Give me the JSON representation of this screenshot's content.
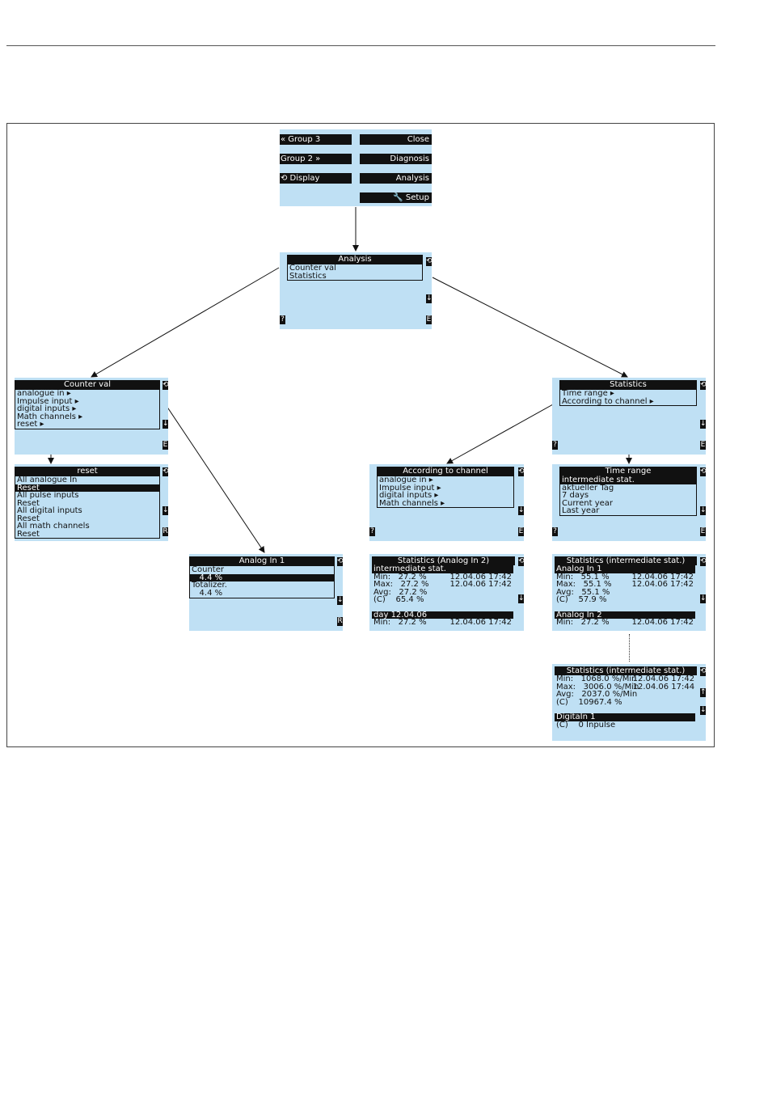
{
  "main_menu": {
    "left_buttons": [
      "« Group 3",
      "Group 2 »",
      "⟲ Display"
    ],
    "right_buttons": [
      "Close",
      "Diagnosis",
      "Analysis",
      "🔧 Setup"
    ]
  },
  "analysis": {
    "title": "Analysis",
    "items": [
      {
        "label": "Counter val",
        "selected": false
      },
      {
        "label": "Statistics",
        "selected": false
      }
    ],
    "side_keys": [
      "⟲",
      "↓",
      "E"
    ],
    "help": "?"
  },
  "counter_val": {
    "title": "Counter val",
    "items": [
      {
        "label": "analogue in ▸",
        "selected": false
      },
      {
        "label": "Impulse input ▸",
        "selected": false
      },
      {
        "label": "digital inputs ▸",
        "selected": false
      },
      {
        "label": "Math channels ▸",
        "selected": false
      },
      {
        "label": "reset ▸",
        "selected": false
      }
    ],
    "side_keys": [
      "⟲",
      "↓",
      "E"
    ]
  },
  "reset": {
    "title": "reset",
    "items": [
      {
        "label": "All analogue In",
        "selected": false
      },
      {
        "label": "Reset",
        "selected": true
      },
      {
        "label": "All pulse inputs",
        "selected": false
      },
      {
        "label": "Reset",
        "selected": false
      },
      {
        "label": "All digital inputs",
        "selected": false
      },
      {
        "label": "Reset",
        "selected": false
      },
      {
        "label": "All math channels",
        "selected": false
      },
      {
        "label": "Reset",
        "selected": false
      }
    ],
    "side_keys": [
      "⟲",
      "↓",
      "R"
    ]
  },
  "analog_in_1": {
    "title": "Analog In 1",
    "items": [
      {
        "label": "Counter",
        "selected": false
      },
      {
        "label": "   4.4 %",
        "selected": true
      },
      {
        "label": "Totalizer.",
        "selected": false
      },
      {
        "label": "   4.4 %",
        "selected": false
      }
    ],
    "side_keys": [
      "⟲",
      "↓",
      "R"
    ]
  },
  "statistics": {
    "title": "Statistics",
    "items": [
      {
        "label": "Time range ▸",
        "selected": false
      },
      {
        "label": "According to channel ▸",
        "selected": false
      }
    ],
    "side_keys": [
      "⟲",
      "↓",
      "E"
    ],
    "help": "?"
  },
  "according_to_channel": {
    "title": "According to channel",
    "items": [
      {
        "label": "analogue in ▸",
        "selected": false
      },
      {
        "label": "Impulse input ▸",
        "selected": false
      },
      {
        "label": "digital inputs ▸",
        "selected": false
      },
      {
        "label": "Math channels ▸",
        "selected": false
      }
    ],
    "side_keys": [
      "⟲",
      "↓",
      "E"
    ],
    "help": "?"
  },
  "time_range": {
    "title": "Time range",
    "items": [
      {
        "label": "intermediate stat.",
        "selected": true
      },
      {
        "label": "aktueller Tag",
        "selected": false
      },
      {
        "label": "7 days",
        "selected": false
      },
      {
        "label": "Current year",
        "selected": false
      },
      {
        "label": "Last year",
        "selected": false
      }
    ],
    "side_keys": [
      "⟲",
      "↓",
      "E"
    ],
    "help": "?"
  },
  "stats_analog_in_2": {
    "title": "Statistics (Analog In 2)",
    "block1_header": "intermediate stat.",
    "block1_rows": [
      {
        "label": "Min:   27.2 %",
        "time": "12.04.06 17:42"
      },
      {
        "label": "Max:   27.2 %",
        "time": "12.04.06 17:42"
      },
      {
        "label": "Avg:   27.2 %",
        "time": ""
      },
      {
        "label": "(C)    65.4 %",
        "time": ""
      }
    ],
    "block2_header": "day 12.04.06",
    "block2_rows": [
      {
        "label": "Min:   27.2 %",
        "time": "12.04.06 17:42"
      }
    ],
    "side_keys": [
      "⟲",
      "↓"
    ]
  },
  "stats_intermediate_1": {
    "title": "Statistics (intermediate stat.)",
    "block1_header": "Analog In 1",
    "block1_rows": [
      {
        "label": "Min:   55.1 %",
        "time": "12.04.06 17:42"
      },
      {
        "label": "Max:   55.1 %",
        "time": "12.04.06 17:42"
      },
      {
        "label": "Avg:   55.1 %",
        "time": ""
      },
      {
        "label": "(C)    57.9 %",
        "time": ""
      }
    ],
    "block2_header": "Analog In 2",
    "block2_rows": [
      {
        "label": "Min:   27.2 %",
        "time": "12.04.06 17:42"
      }
    ],
    "side_keys": [
      "⟲",
      "↓"
    ]
  },
  "stats_intermediate_2": {
    "title": "Statistics (intermediate stat.)",
    "block1_rows": [
      {
        "label": "Min:   1068.0 %/Min",
        "time": "12.04.06 17:42"
      },
      {
        "label": "Max:   3006.0 %/Min",
        "time": "12.04.06 17:44"
      },
      {
        "label": "Avg:   2037.0 %/Min",
        "time": ""
      },
      {
        "label": "(C)    10967.4 %",
        "time": ""
      }
    ],
    "block2_header": "DigitaIn 1",
    "block2_rows": [
      {
        "label": "(C)    0 Inpulse",
        "time": ""
      }
    ],
    "side_keys": [
      "⟲",
      "↑",
      "↓"
    ]
  }
}
